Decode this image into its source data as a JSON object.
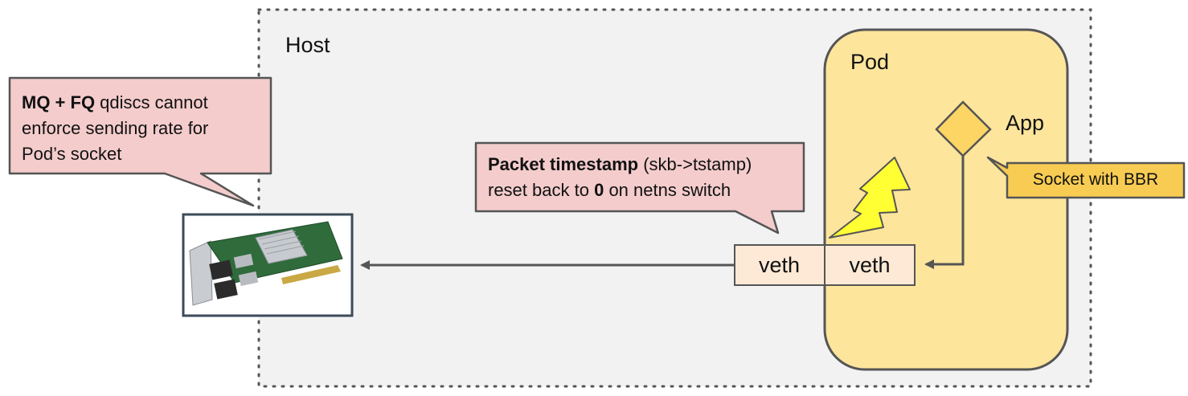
{
  "host": {
    "label": "Host"
  },
  "pod": {
    "label": "Pod"
  },
  "app": {
    "label": "App"
  },
  "socket": {
    "label": "Socket with BBR"
  },
  "veth": {
    "left": "veth",
    "right": "veth"
  },
  "nic_callout": {
    "bold": "MQ + FQ",
    "rest1": " qdiscs cannot",
    "line2": "enforce sending rate for",
    "line3": "Pod’s socket"
  },
  "tstamp_callout": {
    "bold": "Packet timestamp",
    "rest1": " (skb->tstamp)",
    "line2_pre": "reset back to ",
    "line2_bold": "0",
    "line2_post": " on netns switch"
  },
  "icons": {
    "nic": "network-card-icon",
    "lightning": "lightning-bolt-icon",
    "app": "diamond-icon"
  },
  "colors": {
    "host_bg": "#f2f2f2",
    "pod_fill": "#fde59c",
    "callout_fill": "#f4cccc",
    "socket_fill": "#f8cc52",
    "app_diamond": "#fcd564",
    "veth_fill": "#fde9d6",
    "lightning_fill": "#ffff33",
    "outline": "#555555"
  }
}
